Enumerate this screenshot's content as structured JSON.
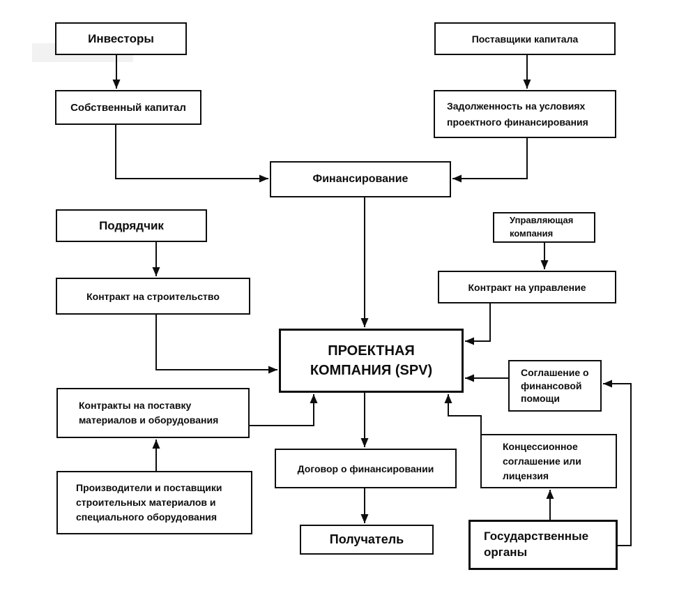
{
  "diagram": {
    "description": "Project finance (SPV) structure flowchart",
    "nodes": {
      "investors": {
        "label": "Инвесторы"
      },
      "suppliers": {
        "label": "Поставщики капитала"
      },
      "equity": {
        "label": "Собственный капитал"
      },
      "debt": {
        "label": "Задолженность на условиях\nпроектного финансирования"
      },
      "financing": {
        "label": "Финансирование"
      },
      "contractor": {
        "label": "Подрядчик"
      },
      "construction": {
        "label": "Контракт на строительство"
      },
      "mgmtco": {
        "label": "Управляющая\nкомпания"
      },
      "mgmtcontract": {
        "label": "Контракт на управление"
      },
      "spv": {
        "label": "ПРОЕКТНАЯ\nКОМПАНИЯ (SPV)"
      },
      "finassist": {
        "label": "Соглашение о\nфинансовой\nпомощи"
      },
      "supply": {
        "label": "Контракты на поставку\nматериалов и оборудования"
      },
      "manufacturers": {
        "label": "Производители и поставщики\nстроительных материалов и\nспециального оборудования"
      },
      "finagreement": {
        "label": "Договор о финансировании"
      },
      "concession": {
        "label": "Концессионное\nсоглашение или\nлицензия"
      },
      "recipient": {
        "label": "Получатель"
      },
      "gov": {
        "label": "Государственные\nорганы"
      }
    },
    "edges": [
      {
        "from": "investors",
        "to": "equity"
      },
      {
        "from": "suppliers",
        "to": "debt"
      },
      {
        "from": "equity",
        "to": "financing"
      },
      {
        "from": "debt",
        "to": "financing"
      },
      {
        "from": "financing",
        "to": "spv"
      },
      {
        "from": "contractor",
        "to": "construction"
      },
      {
        "from": "construction",
        "to": "spv"
      },
      {
        "from": "mgmtco",
        "to": "mgmtcontract"
      },
      {
        "from": "mgmtcontract",
        "to": "spv"
      },
      {
        "from": "supply",
        "to": "spv"
      },
      {
        "from": "manufacturers",
        "to": "supply"
      },
      {
        "from": "spv",
        "to": "finagreement"
      },
      {
        "from": "finagreement",
        "to": "recipient"
      },
      {
        "from": "finassist",
        "to": "spv"
      },
      {
        "from": "concession",
        "to": "spv"
      },
      {
        "from": "gov",
        "to": "concession"
      },
      {
        "from": "gov",
        "to": "finassist"
      }
    ],
    "colors": {
      "line": "#0d0d0d",
      "box_border": "#0d0d0d",
      "box_fill": "#ffffff",
      "background": "#ffffff",
      "artifact": "#f2f2f2"
    }
  }
}
